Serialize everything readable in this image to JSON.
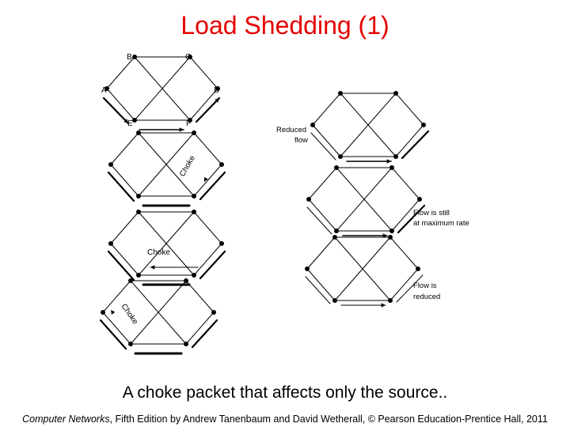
{
  "slide": {
    "title": "Load Shedding (1)",
    "caption": "A choke packet that affects only the source..",
    "footer": {
      "book": "Computer Networks",
      "rest": ", Fifth Edition by Andrew Tanenbaum and David Wetherall, © Pearson Education-Prentice Hall, 2011"
    }
  },
  "diagram": {
    "node_labels": [
      "B",
      "C",
      "A",
      "D",
      "E",
      "F"
    ],
    "choke_label": "Choke",
    "right_labels": {
      "reduced_line1": "Reduced",
      "reduced_line2": "flow",
      "still_line1": "Flow is still",
      "still_line2": "at maximum rate",
      "flow_reduced_line1": "Flow is",
      "flow_reduced_line2": "reduced"
    }
  },
  "colors": {
    "title": "#e60000",
    "diagram": "#000000"
  }
}
